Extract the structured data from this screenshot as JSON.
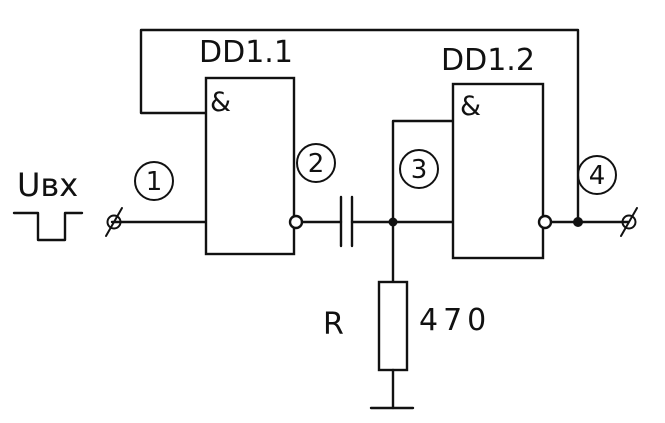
{
  "gate1": {
    "title": "DD1.1",
    "symbol": "&"
  },
  "gate2": {
    "title": "DD1.2",
    "symbol": "&"
  },
  "nodes": [
    "1",
    "2",
    "3",
    "4"
  ],
  "resistor": {
    "label": "R",
    "value": "470"
  },
  "input": {
    "label": "Uвх"
  }
}
